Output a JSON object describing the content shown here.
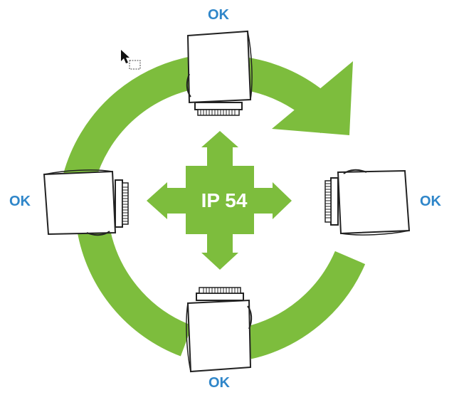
{
  "labels": {
    "top": "OK",
    "right": "OK",
    "bottom": "OK",
    "left": "OK",
    "center": "IP 54"
  },
  "colors": {
    "accent_green": "#7dbd3d",
    "label_blue": "#2f86c9",
    "outline": "#222222"
  },
  "icons": [
    "cursor-icon",
    "selection-box-icon",
    "camera-module-icon",
    "four-way-arrow-icon"
  ]
}
